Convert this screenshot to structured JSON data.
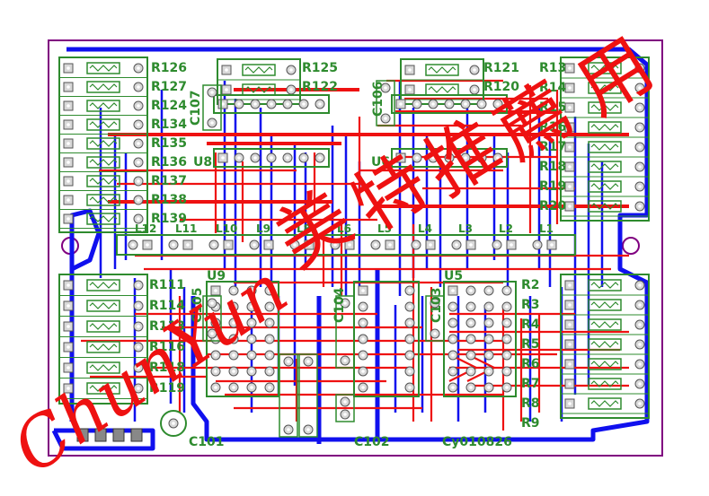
{
  "board": {
    "code": "Cy010826",
    "colors": {
      "outline": "#800080",
      "blue_trace": "#1010ee",
      "red_trace": "#ee1111",
      "silk": "#2e8b2e",
      "pad": "#d8d8d8"
    }
  },
  "resistors_top_left": [
    "R126",
    "R127",
    "R124",
    "R134",
    "R135",
    "R136",
    "R137",
    "R138",
    "R139"
  ],
  "resistors_top_mid": [
    "R125",
    "R122"
  ],
  "resistors_top_right": [
    "R121",
    "R120"
  ],
  "caps_top": [
    "C107",
    "C106"
  ],
  "chips_top": [
    "U8",
    "U6"
  ],
  "inductors": [
    "L12",
    "L11",
    "L10",
    "L9",
    "L8",
    "L6",
    "L5",
    "L4",
    "L3",
    "L2",
    "L1"
  ],
  "resistors_bottom_left": [
    "R111",
    "R114",
    "R113",
    "R116",
    "R118",
    "R119"
  ],
  "caps_bottom": [
    "C103",
    "C104",
    "C105"
  ],
  "chips_bottom": [
    "U9",
    "U5"
  ],
  "bottom_parts": [
    "C101",
    "C102"
  ],
  "r_right_top": [
    "R13",
    "R14",
    "R15",
    "R16",
    "R17",
    "R18",
    "R19",
    "R20"
  ],
  "r_right_bottom": [
    "R2",
    "R3",
    "R4",
    "R5",
    "R6",
    "R7",
    "R8",
    "R9"
  ],
  "watermark": {
    "cn": "美特推薦用",
    "en": "ChunYun"
  }
}
